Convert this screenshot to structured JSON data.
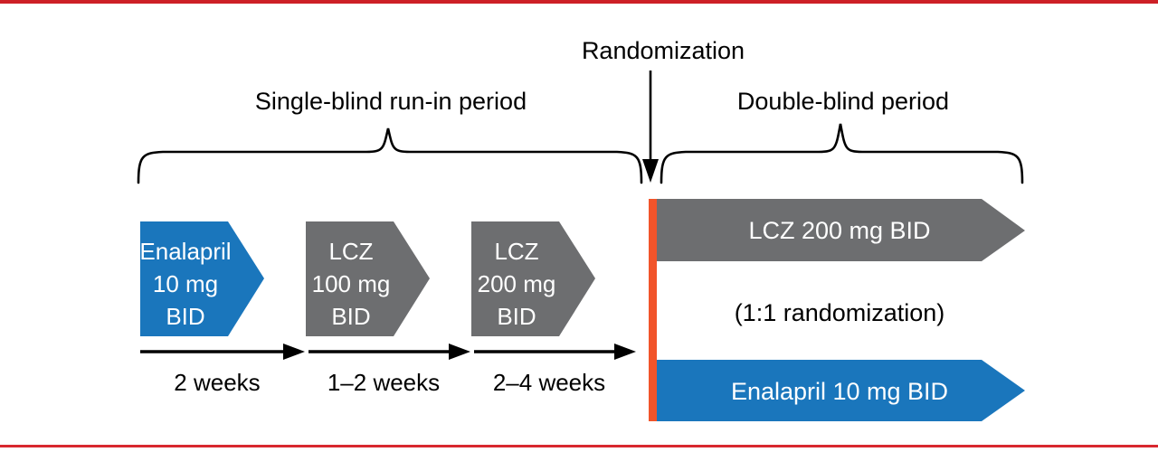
{
  "figure": {
    "title": "Clinical trial design schematic",
    "colors": {
      "blue": "#1a76bc",
      "gray": "#6d6e70",
      "orange": "#f1542a",
      "rule_red": "#cd2026",
      "text_dark": "#000000",
      "text_light": "#ffffff"
    }
  },
  "labels": {
    "randomization": "Randomization",
    "single_blind_period": "Single-blind run-in period",
    "double_blind_period": "Double-blind period",
    "ratio": "(1:1 randomization)"
  },
  "runin": {
    "steps": [
      {
        "id": "enalapril-run-in",
        "color": "blue",
        "lines": [
          "Enalapril",
          "10 mg",
          "BID"
        ],
        "duration": "2 weeks"
      },
      {
        "id": "lcz-100-run-in",
        "color": "gray",
        "lines": [
          "LCZ",
          "100 mg",
          "BID"
        ],
        "duration": "1–2 weeks"
      },
      {
        "id": "lcz-200-run-in",
        "color": "gray",
        "lines": [
          "LCZ",
          "200 mg",
          "BID"
        ],
        "duration": "2–4 weeks"
      }
    ]
  },
  "doubleblind": {
    "arms": [
      {
        "id": "lcz-200-arm",
        "color": "gray",
        "label": "LCZ 200 mg BID"
      },
      {
        "id": "enalapril-arm",
        "color": "blue",
        "label": "Enalapril 10 mg BID"
      }
    ]
  }
}
